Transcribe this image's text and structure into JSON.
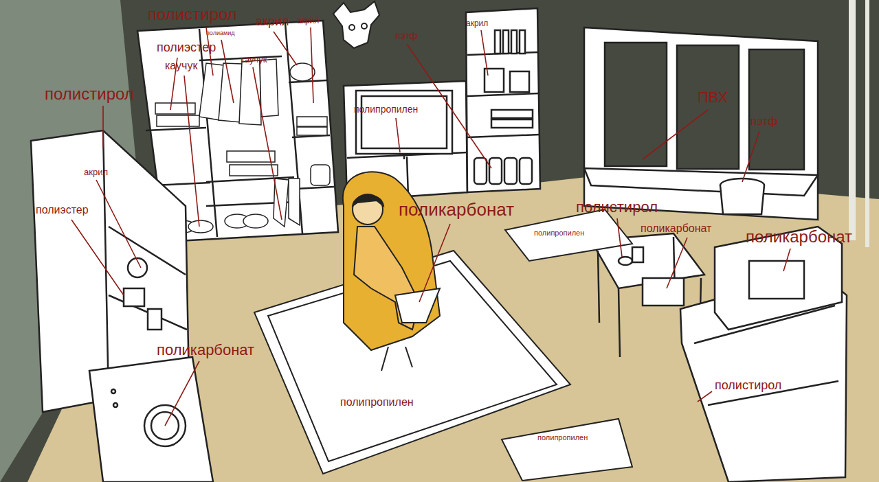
{
  "diagram": {
    "labels": [
      "полистирол",
      "полиамид",
      "акрил",
      "акрил",
      "полиэстер",
      "каучук",
      "каучук",
      "пэтф",
      "акрил",
      "полистирол",
      "полипропилен",
      "ПВХ",
      "пэтф",
      "акрил",
      "полиэстер",
      "поликарбонат",
      "полистирол",
      "поликарбонат",
      "поликарбонат",
      "полипропилен",
      "поликарбонат",
      "полистирол",
      "полипропилен",
      "полипропилен"
    ]
  }
}
